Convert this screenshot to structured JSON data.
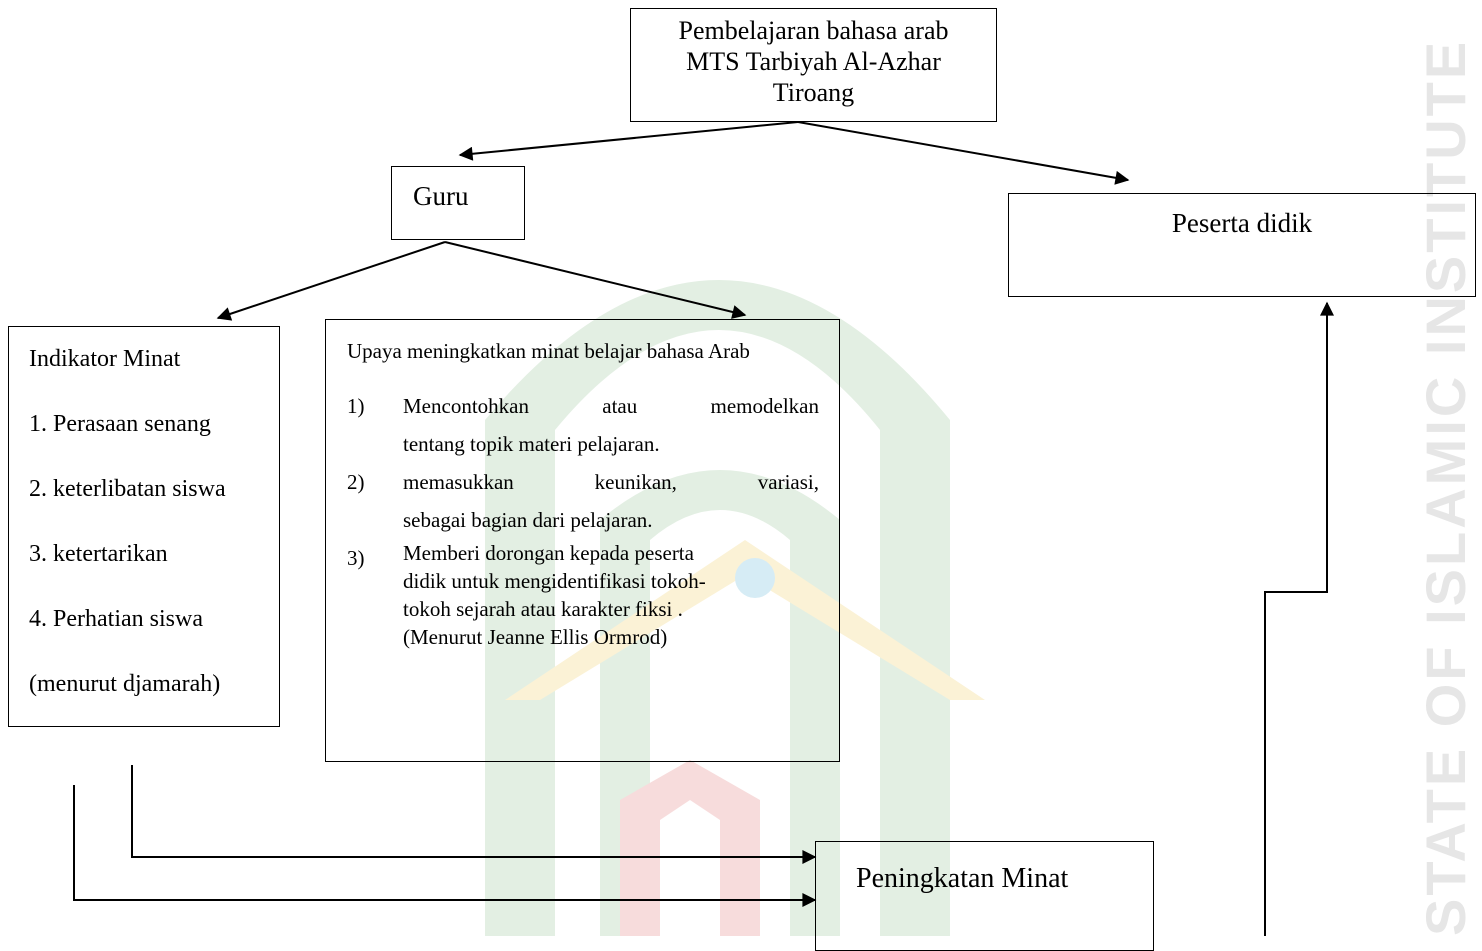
{
  "title_box": {
    "lines": [
      "Pembelajaran bahasa arab",
      "MTS Tarbiyah Al-Azhar",
      "Tiroang"
    ]
  },
  "guru_box": {
    "label": "Guru"
  },
  "peserta_box": {
    "label": "Peserta didik"
  },
  "indikator_box": {
    "heading": "Indikator Minat",
    "items": [
      "1. Perasaan senang",
      "2. keterlibatan siswa",
      "3. ketertarikan",
      "4. Perhatian siswa"
    ],
    "source": "(menurut djamarah)"
  },
  "upaya_box": {
    "heading": "Upaya meningkatkan minat belajar bahasa Arab",
    "items": [
      {
        "num": "1)",
        "justified": "Mencontohkan atau memodelkan",
        "rest": "tentang topik materi pelajaran."
      },
      {
        "num": "2)",
        "justified": "memasukkan keunikan, variasi,",
        "rest": "sebagai bagian dari pelajaran."
      },
      {
        "num": "3)",
        "lines": [
          "Memberi dorongan kepada peserta",
          "didik untuk mengidentifikasi tokoh-",
          "tokoh sejarah atau karakter fiksi .",
          "(Menurut Jeanne Ellis Ormrod)"
        ]
      }
    ]
  },
  "peningkatan_box": {
    "label": "Peningkatan Minat"
  },
  "watermark": {
    "text": "STATE OF ISLAMIC INSTITUTE",
    "colors": {
      "green": "#e3efe3",
      "yellow": "#fbf2d6",
      "pink": "#f7dcdc",
      "blue": "#d6ecf5",
      "gray": "#e6e6e6"
    }
  }
}
